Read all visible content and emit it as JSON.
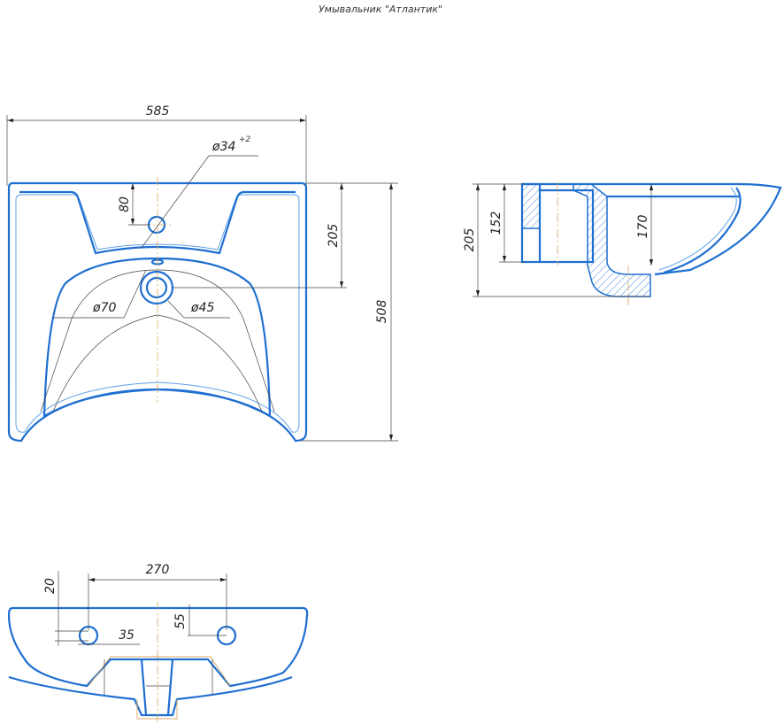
{
  "title": "Умывальник \"Атлантик\"",
  "colors": {
    "outline": "#1f6fd1",
    "dimension": "#444444",
    "axis": "#d9a860"
  },
  "top_view": {
    "width_dim": "585",
    "tap_hole_dia": "ø34",
    "tap_hole_tol": "+2",
    "tap_offset_dim": "80",
    "drain_offset_dim": "205",
    "depth_dim": "508",
    "drain_outer_dia": "ø70",
    "drain_inner_dia": "ø45"
  },
  "side_view": {
    "height_dim": "205",
    "mount_height_dim": "152",
    "bowl_depth_dim": "170"
  },
  "front_view": {
    "mount_spacing_dim": "270",
    "hole_height_dim": "20",
    "hole_width_dim": "35",
    "hole_offset_dim": "55"
  }
}
